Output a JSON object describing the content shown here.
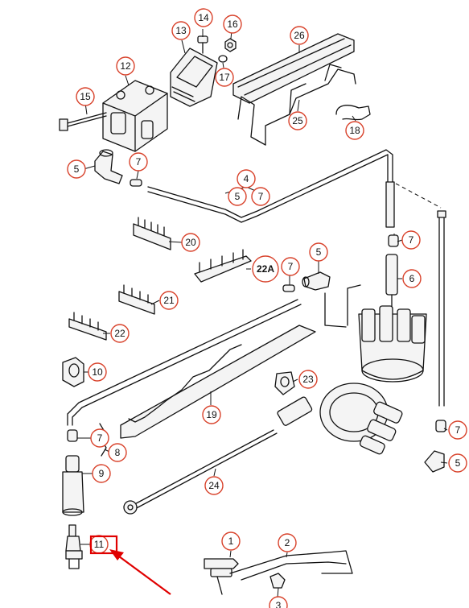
{
  "diagram": {
    "callouts": [
      {
        "id": "c14",
        "label": "14"
      },
      {
        "id": "c16",
        "label": "16"
      },
      {
        "id": "c13",
        "label": "13"
      },
      {
        "id": "c26",
        "label": "26"
      },
      {
        "id": "c12",
        "label": "12"
      },
      {
        "id": "c17",
        "label": "17"
      },
      {
        "id": "c15",
        "label": "15"
      },
      {
        "id": "c25",
        "label": "25"
      },
      {
        "id": "c18",
        "label": "18"
      },
      {
        "id": "c5a",
        "label": "5"
      },
      {
        "id": "c7a",
        "label": "7"
      },
      {
        "id": "c4",
        "label": "4"
      },
      {
        "id": "c5b",
        "label": "5"
      },
      {
        "id": "c7b",
        "label": "7"
      },
      {
        "id": "c7c",
        "label": "7"
      },
      {
        "id": "c20",
        "label": "20"
      },
      {
        "id": "c5c",
        "label": "5"
      },
      {
        "id": "c22a",
        "label": "22A"
      },
      {
        "id": "c7d",
        "label": "7"
      },
      {
        "id": "c6",
        "label": "6"
      },
      {
        "id": "c21",
        "label": "21"
      },
      {
        "id": "c22",
        "label": "22"
      },
      {
        "id": "c10",
        "label": "10"
      },
      {
        "id": "c23",
        "label": "23"
      },
      {
        "id": "c19",
        "label": "19"
      },
      {
        "id": "c7e",
        "label": "7"
      },
      {
        "id": "c8",
        "label": "8"
      },
      {
        "id": "c7f",
        "label": "7"
      },
      {
        "id": "c5d",
        "label": "5"
      },
      {
        "id": "c9",
        "label": "9"
      },
      {
        "id": "c24",
        "label": "24"
      },
      {
        "id": "c1",
        "label": "1"
      },
      {
        "id": "c2",
        "label": "2"
      },
      {
        "id": "c11",
        "label": "11"
      },
      {
        "id": "c3",
        "label": "3"
      }
    ],
    "highlight": {
      "target": "11",
      "color": "#e00000"
    },
    "accent_color": "#d8422b"
  }
}
